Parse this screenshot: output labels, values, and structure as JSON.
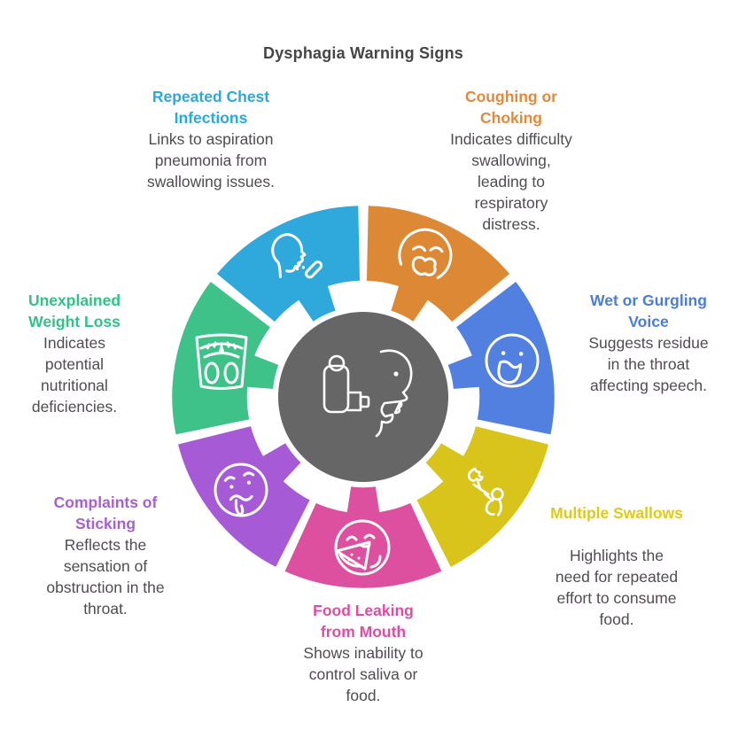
{
  "title": "Dysphagia Warning Signs",
  "center": {
    "icon": "inhaler-and-face-icon",
    "color": "#666666"
  },
  "segments": [
    {
      "id": "coughing-or-choking",
      "heading": "Coughing or\nChoking",
      "description": "Indicates difficulty\nswallowing,\nleading to\nrespiratory\ndistress.",
      "color": "#dc8834",
      "heading_color": "#e2893b",
      "icon": "choking-face-icon",
      "position": "top-right"
    },
    {
      "id": "wet-or-gurgling-voice",
      "heading": "Wet or Gurgling\nVoice",
      "description": "Suggests residue\nin the throat\naffecting speech.",
      "color": "#5280e0",
      "heading_color": "#4b7be0",
      "icon": "gurgling-face-icon",
      "position": "right"
    },
    {
      "id": "multiple-swallows",
      "heading": "Multiple Swallows",
      "description": "Highlights the\nneed for repeated\neffort to consume\nfood.",
      "color": "#d9c41c",
      "heading_color": "#e0ca17",
      "icon": "swallowing-person-icon",
      "position": "bottom-right"
    },
    {
      "id": "food-leaking-from-mouth",
      "heading": "Food Leaking\nfrom Mouth",
      "description": "Shows inability to\ncontrol saliva or\nfood.",
      "color": "#dd4f9f",
      "heading_color": "#df4da2",
      "icon": "eating-watermelon-face-icon",
      "position": "bottom"
    },
    {
      "id": "complaints-of-sticking",
      "heading": "Complaints of\nSticking",
      "description": "Reflects the\nsensation of\nobstruction in the\nthroat.",
      "color": "#a75ad6",
      "heading_color": "#a75fd2",
      "icon": "queasy-face-icon",
      "position": "bottom-left"
    },
    {
      "id": "unexplained-weight-loss",
      "heading": "Unexplained\nWeight Loss",
      "description": "Indicates\npotential\nnutritional\ndeficiencies.",
      "color": "#3ec289",
      "heading_color": "#31c287",
      "icon": "weight-scale-icon",
      "position": "left"
    },
    {
      "id": "repeated-chest-infections",
      "heading": "Repeated Chest\nInfections",
      "description": "Links to aspiration\npneumonia from\nswallowing issues.",
      "color": "#2fa8dc",
      "heading_color": "#29a9e0",
      "icon": "coughing-person-icon",
      "position": "top-left"
    }
  ]
}
